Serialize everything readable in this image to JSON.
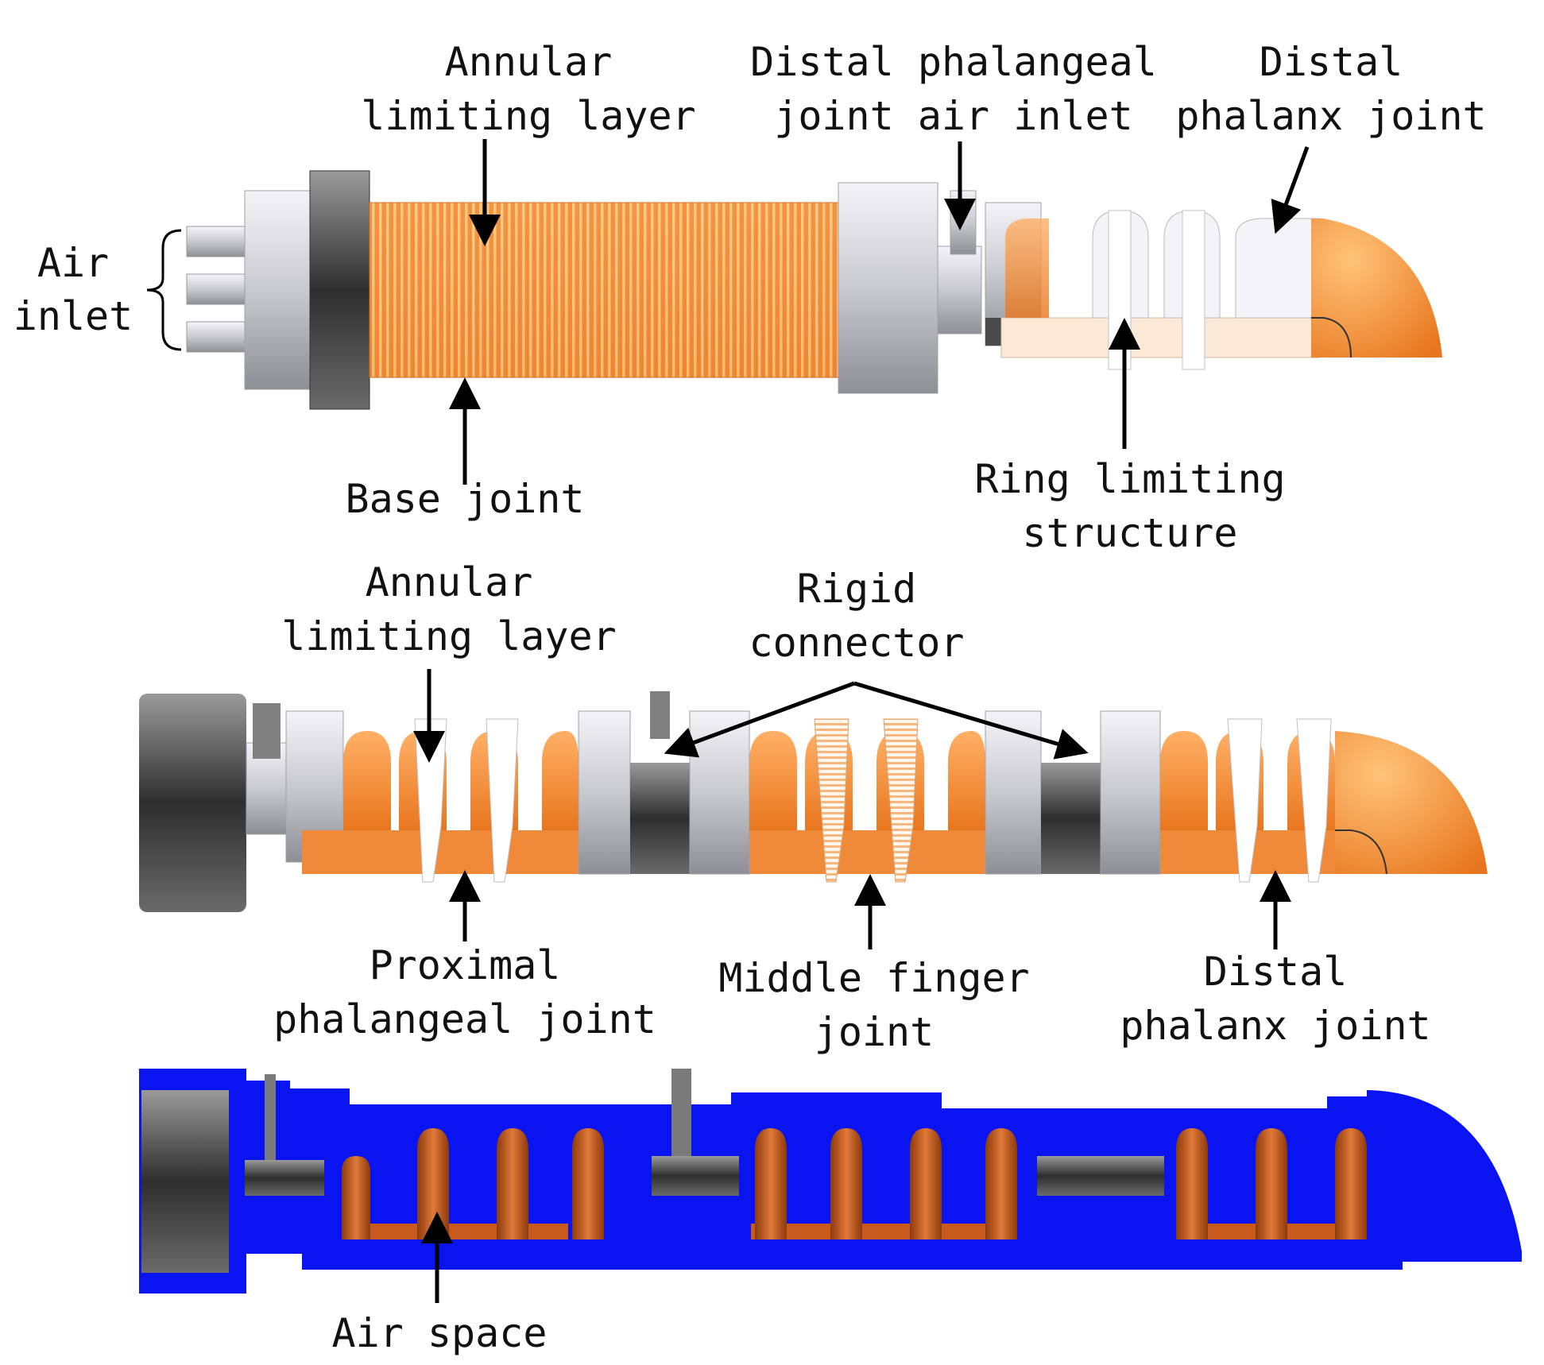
{
  "labels": {
    "air_inlet": [
      "Air",
      "inlet"
    ],
    "annular_limiting_layer_top": [
      "Annular",
      "limiting layer"
    ],
    "distal_phalangeal_air_inlet": [
      "Distal phalangeal",
      "joint air inlet"
    ],
    "distal_phalanx_joint_top": [
      "Distal",
      "phalanx joint"
    ],
    "base_joint": "Base joint",
    "ring_limiting_structure": [
      "Ring limiting",
      "structure"
    ],
    "annular_limiting_layer_mid": [
      "Annular",
      "limiting layer"
    ],
    "rigid_connector": [
      "Rigid",
      "connector"
    ],
    "proximal_phalangeal_joint": [
      "Proximal",
      "phalangeal joint"
    ],
    "middle_finger_joint": [
      "Middle finger",
      "joint"
    ],
    "distal_phalanx_joint_mid": [
      "Distal",
      "phalanx joint"
    ],
    "air_space": "Air space"
  },
  "colors": {
    "orange": "#F08A38",
    "orange_light": "#FFB066",
    "stripe": "#FFD28A",
    "copper": "#C85A1E",
    "section_blue": "#0A14F0",
    "gray_dark": "#4A4A4A",
    "gray_mid": "#9A9A9A",
    "gray_light": "#D8D8DC",
    "white_part": "#F4F4F8"
  }
}
